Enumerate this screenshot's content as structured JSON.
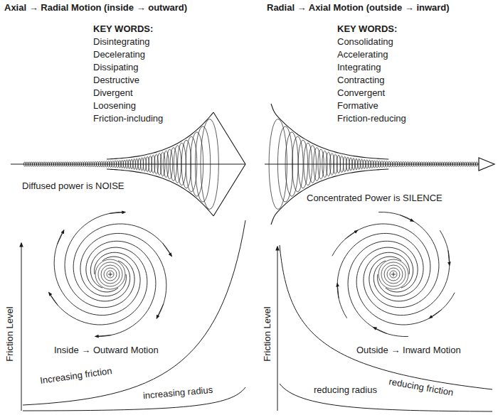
{
  "diagram": {
    "labels": [
      "Axial → Radial Motion (inside → outward)",
      "Radial → Axial Motion (outside → inward)",
      "KEY WORDS:",
      "Disintegrating",
      "Decelerating",
      "Dissipating",
      "Destructive",
      "Divergent",
      "Loosening",
      "Friction-including",
      "KEY WORDS:",
      "Consolidating",
      "Accelerating",
      "Integrating",
      "Contracting",
      "Convergent",
      "Formative",
      "Friction-reducing",
      "Diffused power is NOISE",
      "Concentrated Power is SILENCE",
      "Friction Level",
      "Inside → Outward Motion",
      "Increasing friction",
      "increasing radius",
      "Friction Level",
      "Outside → Inward Motion",
      "reducing friction",
      "reducing radius"
    ]
  }
}
